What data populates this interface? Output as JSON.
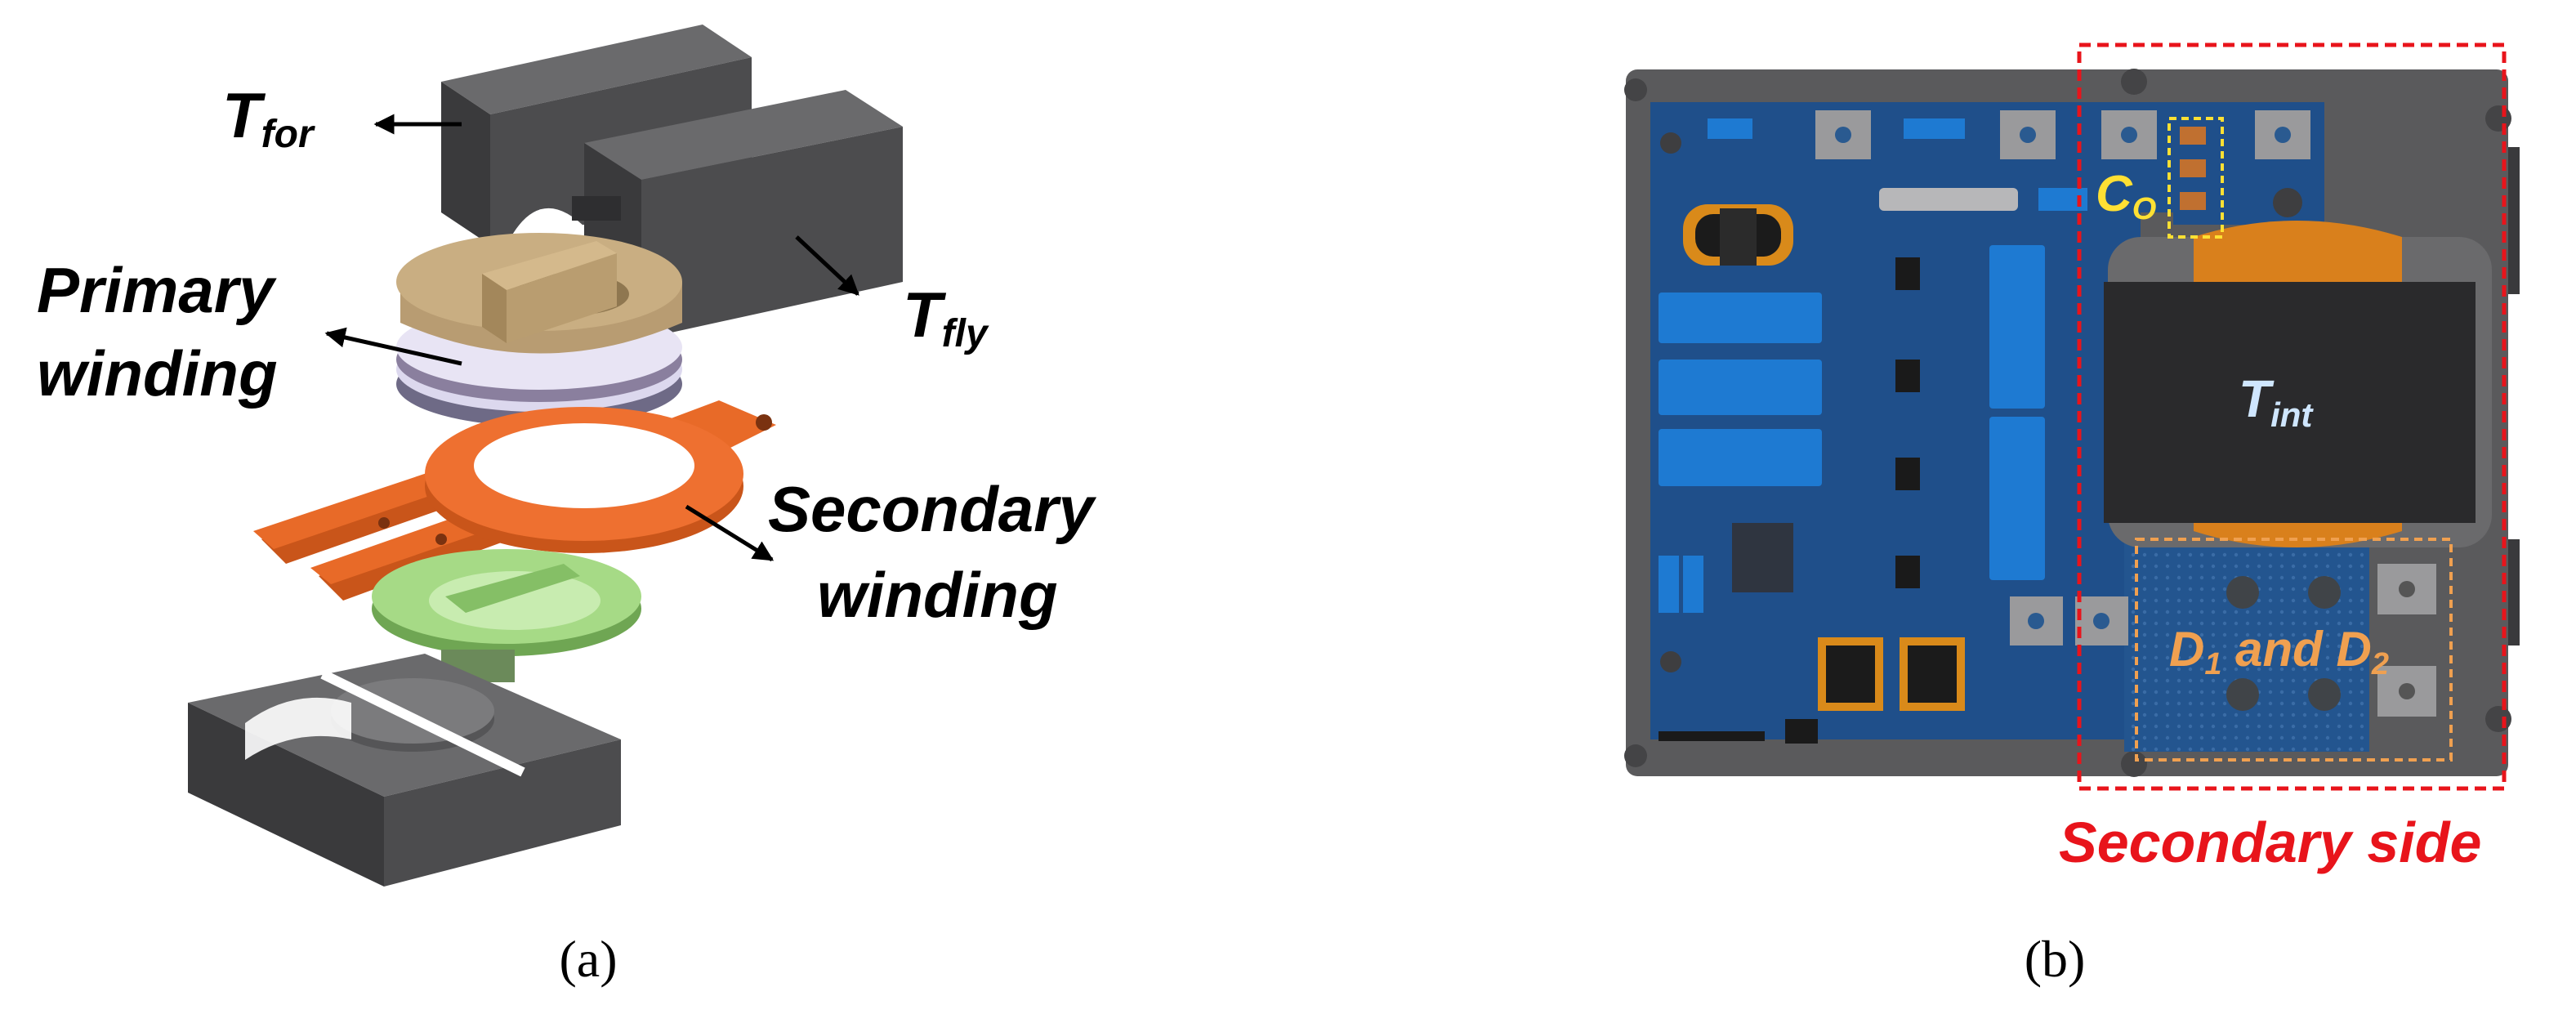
{
  "panel_a": {
    "caption": "(a)",
    "labels": {
      "t_for_main": "T",
      "t_for_sub": "for",
      "t_fly_main": "T",
      "t_fly_sub": "fly",
      "primary_line1": "Primary",
      "primary_line2": "winding",
      "secondary_line1": "Secondary",
      "secondary_line2": "winding"
    }
  },
  "panel_b": {
    "caption": "(b)",
    "labels": {
      "c_o_main": "C",
      "c_o_sub": "O",
      "t_int_main": "T",
      "t_int_sub": "int",
      "d_part1": "D",
      "d_sub1": "1",
      "d_part2": " and D",
      "d_sub2": "2",
      "secondary_side": "Secondary side"
    }
  },
  "colors": {
    "core": "#4a4a4c",
    "core_top": "#5c5c5e",
    "core_side": "#333335",
    "bobbin_tan": "#b89c72",
    "copper": "#e0621f",
    "green_bobbin": "#9bd17a",
    "pcb_blue": "#1f4f8a",
    "housing": "#58585a",
    "red_highlight": "#e8141b",
    "yellow_highlight": "#ffe033",
    "orange_highlight": "#f0a050",
    "label_light": "#cfe6ff",
    "component_blue": "#1565c0"
  }
}
